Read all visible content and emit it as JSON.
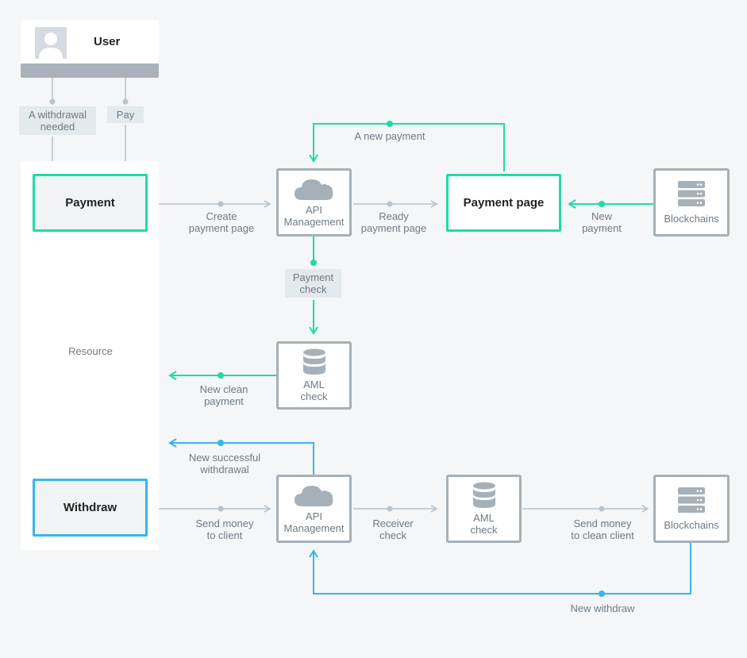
{
  "user": {
    "label": "User"
  },
  "user_branches": {
    "withdrawal": "A withdrawal\nneeded",
    "pay": "Pay"
  },
  "boxes": {
    "payment": "Payment",
    "withdraw": "Withdraw",
    "payment_page": "Payment page"
  },
  "nodes": {
    "api_top": "API\nManagement",
    "api_bottom": "API\nManagement",
    "aml_mid": "AML\ncheck",
    "aml_bottom": "AML\ncheck",
    "blockchains_top": "Blockchains",
    "blockchains_bottom": "Blockchains"
  },
  "edge_labels": {
    "new_payment_top": "A new payment",
    "create_payment_page": "Create\npayment page",
    "ready_payment_page": "Ready\npayment page",
    "new_payment_right": "New\npayment",
    "payment_check": "Payment\ncheck",
    "resource": "Resource",
    "new_clean_payment": "New clean\npayment",
    "new_successful_withdrawal": "New successful\nwithdrawal",
    "send_money_to_client": "Send money\nto client",
    "receiver_check": "Receiver\ncheck",
    "send_money_clean": "Send money\nto clean client",
    "new_withdraw": "New withdraw"
  },
  "colors": {
    "green": "#1fdca7",
    "blue": "#37b6ea",
    "gray_line": "#b8c3cc",
    "box_border": "#a6b0b8"
  },
  "icons": {
    "user": "user-avatar-icon",
    "api": "cloud-icon",
    "aml": "database-icon",
    "blockchains": "server-rack-icon"
  }
}
